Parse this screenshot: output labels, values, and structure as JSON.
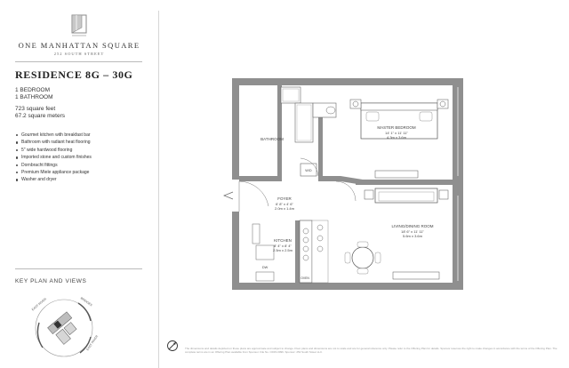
{
  "brand": {
    "name": "ONE MANHATTAN SQUARE",
    "address": "252 SOUTH STREET"
  },
  "residence": {
    "title": "RESIDENCE 8G – 30G",
    "bedrooms": "1 BEDROOM",
    "bathrooms": "1 BATHROOM",
    "area_ft": "723 square feet",
    "area_m": "67.2 square meters"
  },
  "features": [
    "Gourmet kitchen with breakfast bar",
    "Bathroom with radiant heat flooring",
    "5\" wide hardwood flooring",
    "Imported stone and custom finishes",
    "Dornbracht fittings",
    "Premium Miele appliance package",
    "Washer and dryer"
  ],
  "key_plan": {
    "heading": "KEY PLAN AND VIEWS",
    "views": [
      "EAST RIVER",
      "BRIDGES",
      "EAST RIVER"
    ]
  },
  "rooms": {
    "bathroom": "BATHROOM",
    "master": "MASTER BEDROOM",
    "master_dim_ft": "14' 1\" x 11' 11\"",
    "master_dim_m": "4.3m x 3.6m",
    "wd": "W/D",
    "foyer": "FOYER",
    "foyer_dim_ft": "6' 8\" x 4' 6\"",
    "foyer_dim_m": "2.0m x 1.4m",
    "kitchen": "KITCHEN",
    "kitchen_dim_ft": "8' 4\" x 8' 4\"",
    "kitchen_dim_m": "2.5m x 2.5m",
    "living": "LIVING/DINING ROOM",
    "living_dim_ft": "18' 6\" x 11' 11\"",
    "living_dim_m": "5.6m x 3.6m",
    "dw": "DW",
    "oven": "OVEN"
  },
  "disclaimer": "The dimensions and details depicted on these plans are approximate and subject to change. Floor plans and dimensions are not to scale and are for general reference only. Please refer to the Offering Plan for details. Sponsor reserves the right to make changes in accordance with the terms of the Offering Plan. The complete terms are in an Offering Plan available from Sponsor. File No. CD15-0096. Sponsor: 252 South Street LLC."
}
